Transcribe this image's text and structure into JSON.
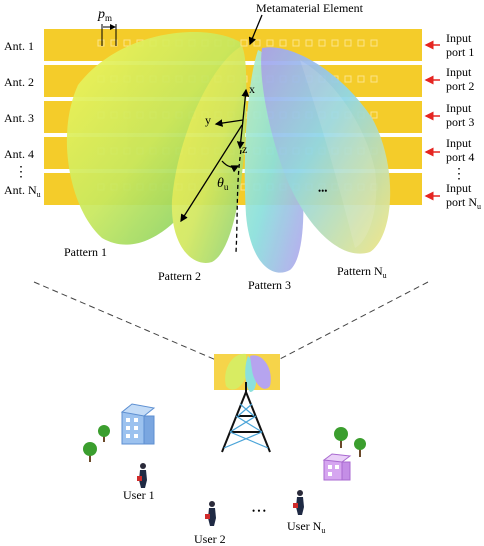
{
  "colors": {
    "antenna_strip": "#f4cc2a",
    "antenna_element": "#fbe58a",
    "arrow_red": "#e52521",
    "lobe_yellow": "#e8ee6a",
    "lobe_cyan": "#8be0dc",
    "lobe_violet": "#a6a2f0",
    "tree_green": "#3b9e2e",
    "building_blue": "#9cc2ef",
    "building_purple": "#d6a6f0",
    "tower_black": "#111111"
  },
  "top_annotations": {
    "pitch_label": "p",
    "pitch_subscript": "m",
    "element_label": "Metamaterial Element"
  },
  "antennas": [
    {
      "label": "Ant. 1",
      "port_line1": "Input",
      "port_line2": "port 1"
    },
    {
      "label": "Ant. 2",
      "port_line1": "Input",
      "port_line2": "port 2"
    },
    {
      "label": "Ant. 3",
      "port_line1": "Input",
      "port_line2": "port 3"
    },
    {
      "label": "Ant. 4",
      "port_line1": "Input",
      "port_line2": "port 4"
    },
    {
      "label": "Ant. N",
      "label_sub": "u",
      "port_line1": "Input",
      "port_line2": "port N",
      "port_sub": "u"
    }
  ],
  "vertical_ellipsis": "⋮",
  "axes": {
    "x": "x",
    "y": "y",
    "z": "z",
    "theta": "θ",
    "theta_sub": "u"
  },
  "patterns": {
    "p1": "Pattern 1",
    "p2": "Pattern 2",
    "p3": "Pattern 3",
    "pN": "Pattern N",
    "pN_sub": "u",
    "dots": "•••"
  },
  "users": {
    "u1": "User 1",
    "u2": "User 2",
    "uN": "User N",
    "uN_sub": "u",
    "dots": "• • •"
  }
}
